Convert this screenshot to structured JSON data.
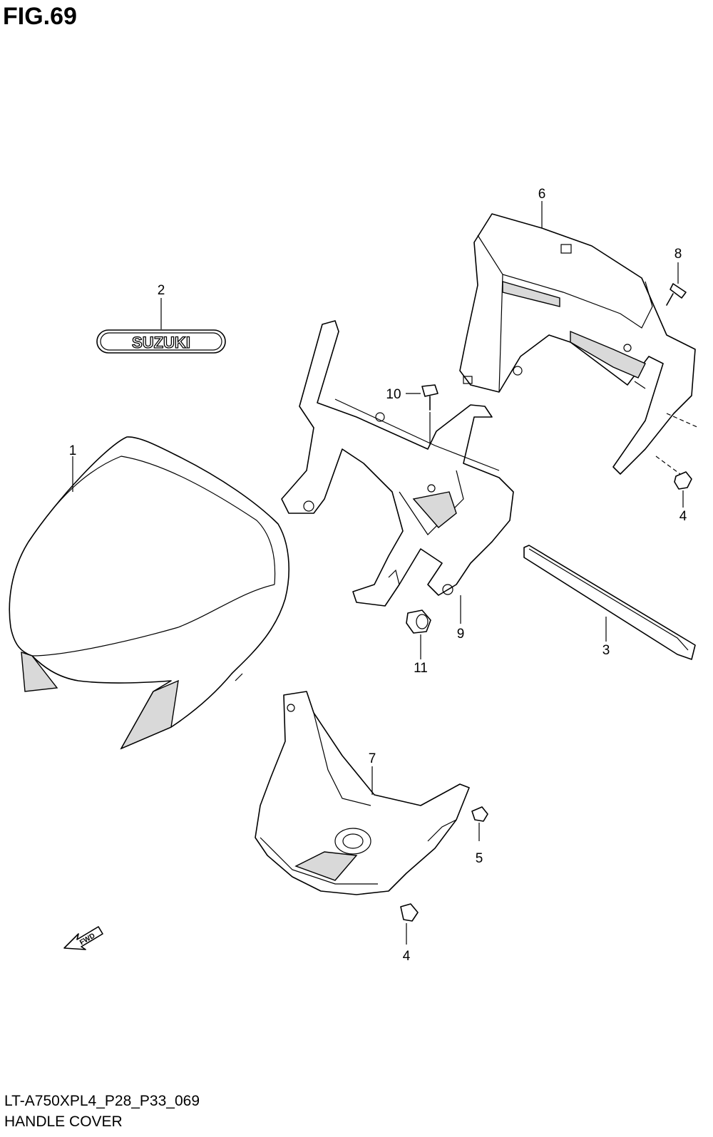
{
  "figure": {
    "title": "FIG.69"
  },
  "footer": {
    "code": "LT-A750XPL4_P28_P33_069",
    "name": "HANDLE COVER"
  },
  "logo": {
    "text": "SUZUKI"
  },
  "fwd_arrow": {
    "text": "FWD"
  },
  "callouts": {
    "c1": "1",
    "c2": "2",
    "c3": "3",
    "c4a": "4",
    "c4b": "4",
    "c5": "5",
    "c6": "6",
    "c7": "7",
    "c8": "8",
    "c9": "9",
    "c10": "10",
    "c11": "11"
  }
}
